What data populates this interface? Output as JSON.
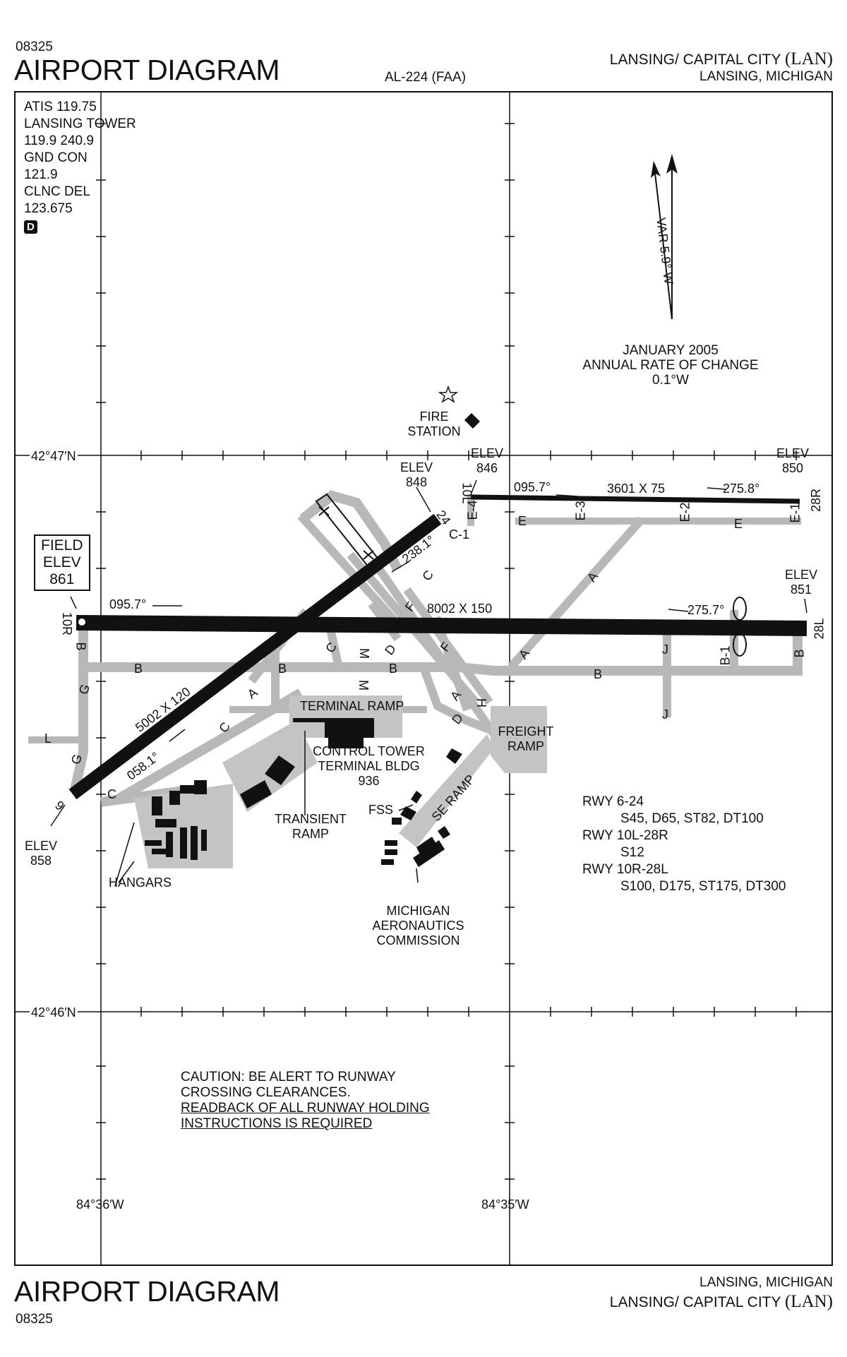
{
  "header": {
    "id_top": "08325",
    "title_top": "AIRPORT DIAGRAM",
    "chart_ref": "AL-224 (FAA)",
    "airport_top": "LANSING/ CAPITAL CITY",
    "ident_top": "(LAN)",
    "city_top": "LANSING, MICHIGAN"
  },
  "footer": {
    "title_bottom": "AIRPORT DIAGRAM",
    "id_bottom": "08325",
    "city_bottom": "LANSING, MICHIGAN",
    "airport_bottom": "LANSING/ CAPITAL CITY",
    "ident_bottom": "(LAN)"
  },
  "comms": {
    "atis": "ATIS 119.75",
    "tower": "LANSING TOWER",
    "tower_freqs": "119.9  240.9",
    "gnd_label": "GND CON",
    "gnd_freq": "121.9",
    "clnc_label": "CLNC DEL",
    "clnc_freq": "123.675",
    "d_badge": "D"
  },
  "magnetic": {
    "var_label": "VAR 5.9° W",
    "date": "JANUARY 2005",
    "rate_title": "ANNUAL RATE OF CHANGE",
    "rate_value": "0.1°W"
  },
  "grid": {
    "lat_top": "42°47′N",
    "lat_bottom": "42°46′N",
    "lon_left": "84°36′W",
    "lon_right": "84°35′W"
  },
  "field_elev": {
    "label1": "FIELD",
    "label2": "ELEV",
    "value": "861"
  },
  "runways": {
    "main": {
      "dims": "8002 X 150",
      "hdg_w": "095.7°",
      "hdg_e": "275.7°",
      "end_w": "10R",
      "end_e": "28L",
      "elev_e_label": "ELEV",
      "elev_e": "851"
    },
    "north": {
      "dims": "3601 X 75",
      "hdg_w": "095.7°",
      "hdg_e": "275.8°",
      "end_w": "10L",
      "end_e": "28R",
      "elev_w_label": "ELEV",
      "elev_w": "846",
      "elev_e_label": "ELEV",
      "elev_e": "850"
    },
    "diag": {
      "dims": "5002 X 120",
      "hdg_sw": "058.1°",
      "hdg_ne": "238.1°",
      "end_sw": "6",
      "end_ne": "24",
      "elev_ne_label": "ELEV",
      "elev_ne": "848",
      "elev_sw_label": "ELEV",
      "elev_sw": "858"
    }
  },
  "taxiways": {
    "A1": "A",
    "A2": "A",
    "A3": "A",
    "A4": "A",
    "B1": "B",
    "B2": "B",
    "B3": "B",
    "B4": "B",
    "B5": "B",
    "B6": "B",
    "B1x": "B-1",
    "C1": "C",
    "C2": "C",
    "C3": "C",
    "C4": "C",
    "C5": "C",
    "C6": "C-1",
    "D1": "D",
    "D2": "D",
    "E1": "E",
    "E2": "E",
    "E1x": "E-1",
    "E2x": "E-2",
    "E3x": "E-3",
    "E4x": "E-4",
    "F1": "F",
    "F2": "F",
    "G1": "G",
    "G2": "G",
    "H1": "H",
    "J1": "J",
    "J2": "J",
    "L1": "L",
    "M1": "M",
    "M2": "M"
  },
  "facilities": {
    "fire": "FIRE\nSTATION",
    "terminal_ramp": "TERMINAL RAMP",
    "control_tower": "CONTROL TOWER",
    "terminal_bldg": "TERMINAL BLDG",
    "bldg_elev": "936",
    "transient1": "TRANSIENT",
    "transient2": "RAMP",
    "freight1": "FREIGHT",
    "freight2": "RAMP",
    "fss": "FSS",
    "se_ramp": "SE RAMP",
    "hangars": "HANGARS",
    "mac1": "MICHIGAN",
    "mac2": "AERONAUTICS",
    "mac3": "COMMISSION"
  },
  "rwy_data": {
    "r1": "RWY 6-24",
    "r1s": "S45, D65, ST82, DT100",
    "r2": "RWY 10L-28R",
    "r2s": "S12",
    "r3": "RWY 10R-28L",
    "r3s": "S100, D175, ST175, DT300"
  },
  "caution": {
    "l1": "CAUTION:  BE ALERT TO RUNWAY",
    "l2": "CROSSING CLEARANCES.",
    "l3": "READBACK OF ALL RUNWAY HOLDING",
    "l4": "INSTRUCTIONS IS REQUIRED"
  }
}
